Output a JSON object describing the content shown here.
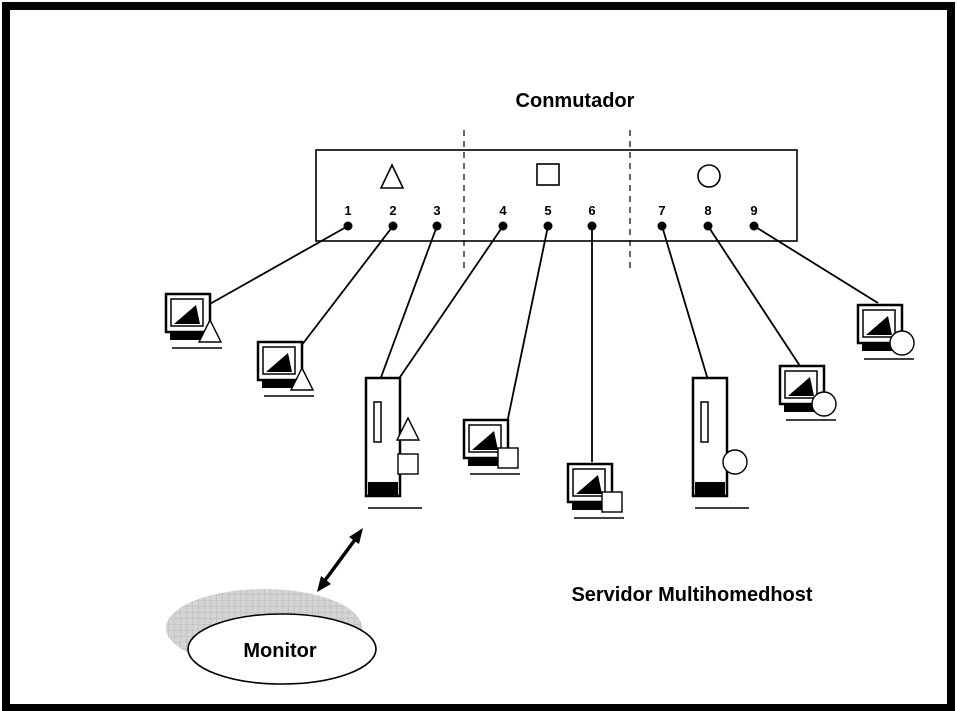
{
  "labels": {
    "switch_title": "Conmutador",
    "server_label": "Servidor Multihomedhost",
    "monitor_label": "Monitor"
  },
  "ports": [
    "1",
    "2",
    "3",
    "4",
    "5",
    "6",
    "7",
    "8",
    "9"
  ],
  "groups": [
    {
      "symbol": "triangle",
      "ports": [
        "1",
        "2",
        "3"
      ]
    },
    {
      "symbol": "square",
      "ports": [
        "4",
        "5",
        "6"
      ]
    },
    {
      "symbol": "circle",
      "ports": [
        "7",
        "8",
        "9"
      ]
    }
  ],
  "devices": [
    {
      "name": "workstation-triangle-1",
      "kind": "workstation",
      "symbols": [
        "triangle"
      ],
      "port": "1"
    },
    {
      "name": "workstation-triangle-2",
      "kind": "workstation",
      "symbols": [
        "triangle"
      ],
      "port": "2"
    },
    {
      "name": "server-multihomed",
      "kind": "tower",
      "symbols": [
        "triangle",
        "square"
      ],
      "ports": [
        "3",
        "4"
      ]
    },
    {
      "name": "workstation-square-1",
      "kind": "workstation",
      "symbols": [
        "square"
      ],
      "port": "5"
    },
    {
      "name": "workstation-square-2",
      "kind": "workstation",
      "symbols": [
        "square"
      ],
      "port": "6"
    },
    {
      "name": "tower-circle",
      "kind": "tower",
      "symbols": [
        "circle"
      ],
      "port": "7"
    },
    {
      "name": "workstation-circle-1",
      "kind": "workstation",
      "symbols": [
        "circle"
      ],
      "port": "8"
    },
    {
      "name": "workstation-circle-2",
      "kind": "workstation",
      "symbols": [
        "circle"
      ],
      "port": "9"
    }
  ],
  "colors": {
    "line": "#000000",
    "background": "#ffffff",
    "monitor_shadow": "#c8c8c8"
  }
}
